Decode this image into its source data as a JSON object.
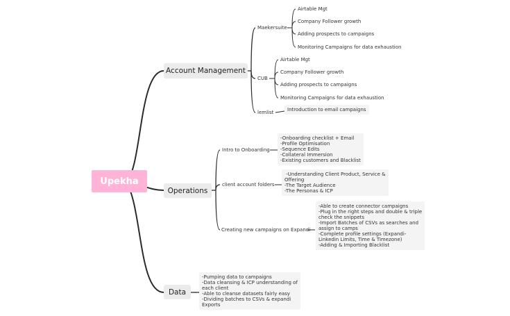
{
  "root": {
    "label": "Upekha"
  },
  "branches": {
    "account_management": {
      "label": "Account Management",
      "maekersuite": {
        "label": "Maekersuite",
        "items": [
          "Airtable Mgt",
          "Company Follower growth",
          "Adding prospects to campaigns",
          "Monitoring Campaigns for data exhaustion"
        ]
      },
      "cub": {
        "label": "CUB",
        "items": [
          "Airtable Mgt",
          "Company Follower growth",
          "Adding prospects to campaigns",
          "Monitoring Campaigns for data exhaustion"
        ]
      },
      "lemlist": {
        "label": "lemlist",
        "items": [
          "Introduction to email campaigns"
        ]
      }
    },
    "operations": {
      "label": "Operations",
      "intro": {
        "label": "Intro to Onboarding",
        "note": "-Onboarding checklist + Email\n-Profile Optimisation\n-Sequence Edits\n-Collateral Immersion\n-Existing customers and Blacklist"
      },
      "client_folders": {
        "label": "client account folders",
        "note": " -Understanding Client Product, Service &\nOffering\n-The Target Audience\n-The Personas & ICP"
      },
      "new_campaigns": {
        "label": "Creating new campaigns on Expandi",
        "note": "-Able to create connector campaigns\n-Plug in the right steps and double & triple\ncheck the snippets\n-Import Batches of CSVs as searches and\nassign to camps\n-Complete profile settings (Expandi-\nLinkedin Limits, Time & Timezone)\n-Adding & Importing Blacklist"
      }
    },
    "data": {
      "label": "Data",
      "note": "-Pumping data to campaigns\n-Data cleansing & ICP understanding of\neach client\n-Able to cleanse datasets fairly easy\n-Dividing batches to CSVs & expandi\nExports"
    }
  }
}
